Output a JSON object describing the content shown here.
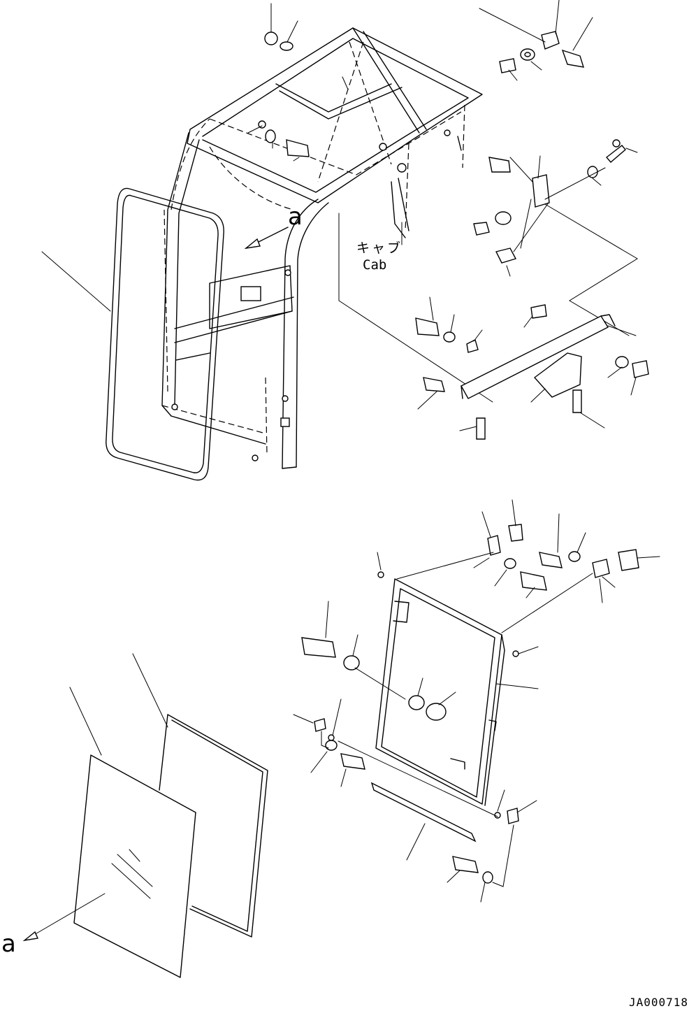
{
  "diagram": {
    "labels": {
      "view_a_top": "a",
      "view_a_bottom": "a",
      "cab_japanese": "キャブ",
      "cab_english": "Cab"
    },
    "drawing_number": "JA000718"
  }
}
